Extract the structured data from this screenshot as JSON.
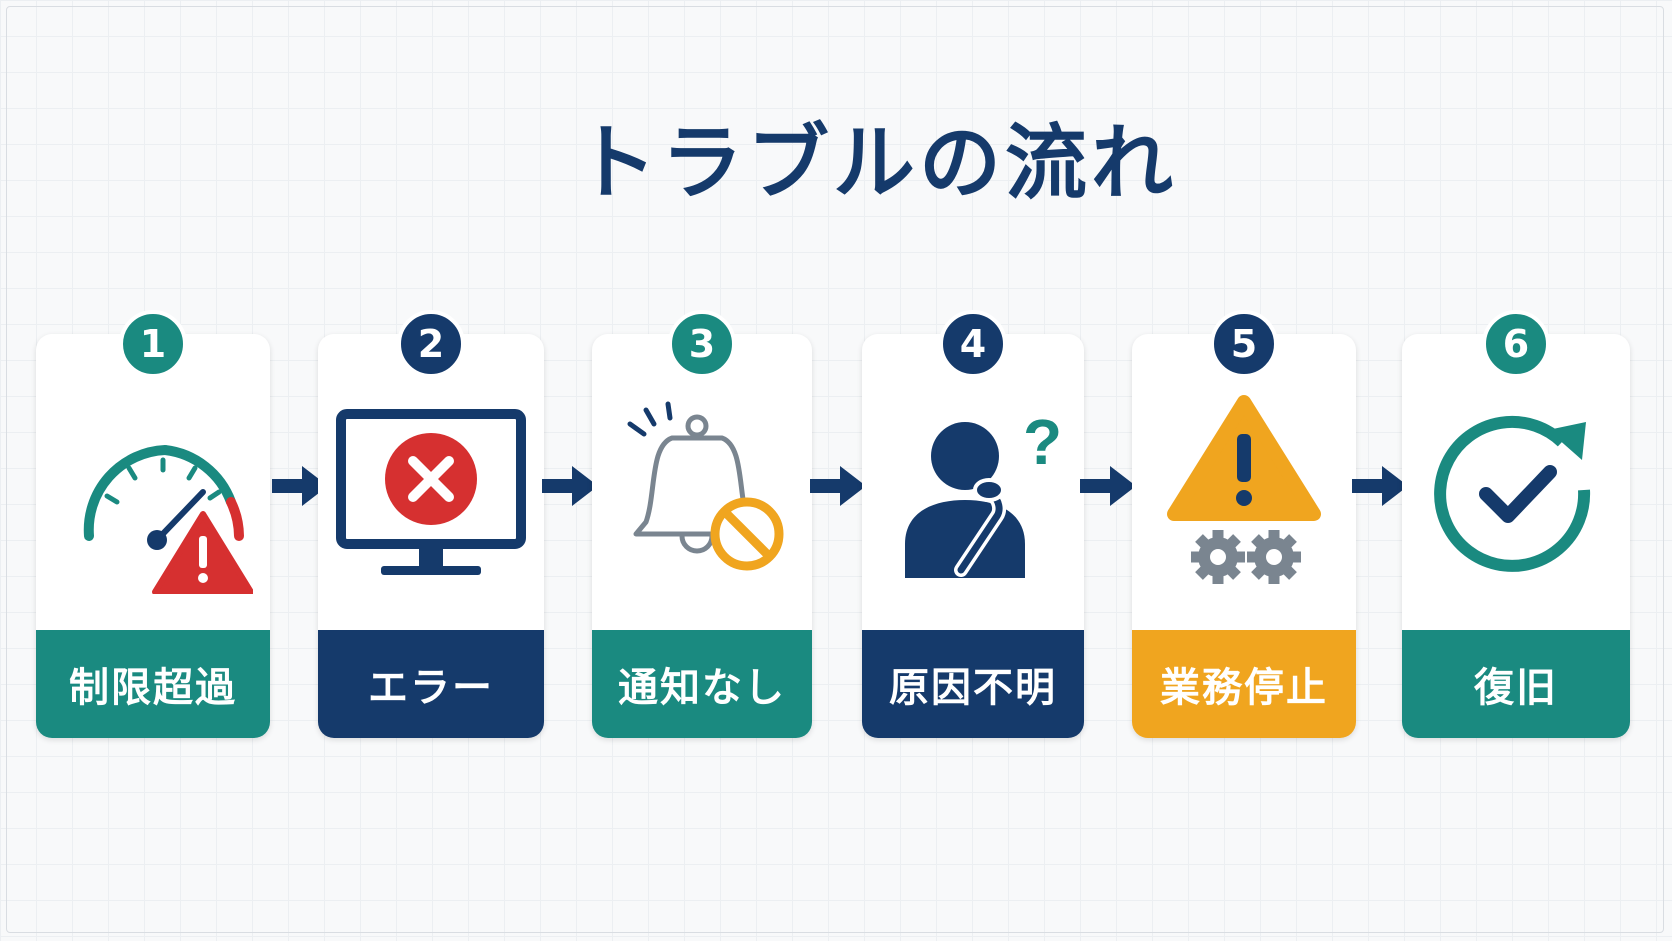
{
  "title": "トラブルの流れ",
  "colors": {
    "teal": "#1a8a80",
    "navy": "#153a6b",
    "orange": "#f0a51f",
    "red": "#d63030"
  },
  "steps": [
    {
      "number": "1",
      "label": "制限超過",
      "icon": "speedometer-warning-icon",
      "color": "teal"
    },
    {
      "number": "2",
      "label": "エラー",
      "icon": "monitor-error-icon",
      "color": "navy"
    },
    {
      "number": "3",
      "label": "通知なし",
      "icon": "bell-muted-icon",
      "color": "teal"
    },
    {
      "number": "4",
      "label": "原因不明",
      "icon": "confused-person-icon",
      "color": "navy"
    },
    {
      "number": "5",
      "label": "業務停止",
      "icon": "warning-gears-icon",
      "color": "orange"
    },
    {
      "number": "6",
      "label": "復旧",
      "icon": "refresh-check-icon",
      "color": "teal"
    }
  ]
}
